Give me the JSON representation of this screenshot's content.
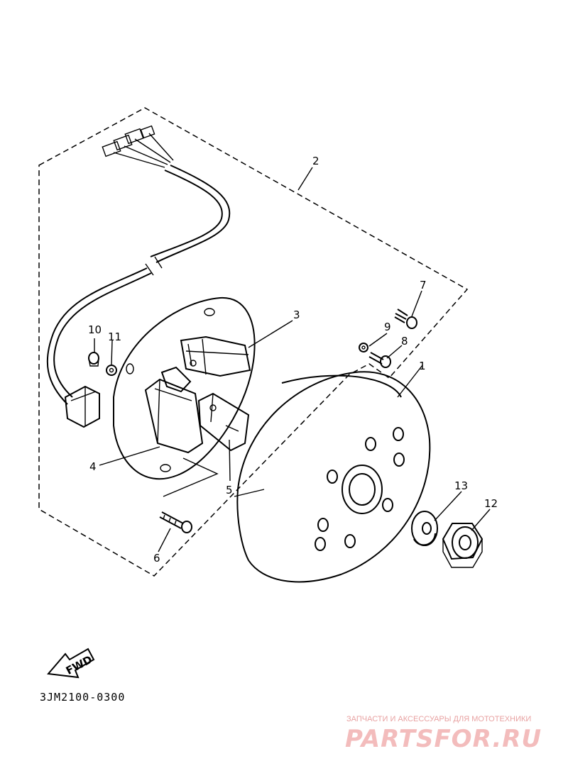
{
  "diagram": {
    "part_code": "3JM2100-0300",
    "fwd_label": "FWD",
    "callouts": [
      "1",
      "2",
      "3",
      "4",
      "5",
      "6",
      "7",
      "8",
      "9",
      "10",
      "11",
      "12",
      "13"
    ]
  },
  "watermark": {
    "tagline": "ЗАПЧАСТИ И АКСЕССУАРЫ ДЛЯ МОТОТЕХНИКИ",
    "logo_text": "PARTSFOR.RU"
  }
}
